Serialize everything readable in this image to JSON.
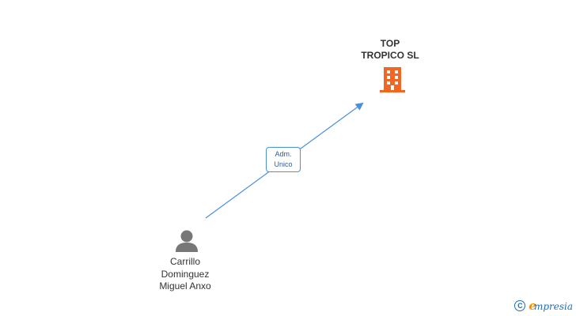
{
  "company": {
    "name_line1": "TOP",
    "name_line2": "TROPICO SL",
    "icon": "building-icon",
    "color": "#f26522"
  },
  "person": {
    "name_line1": "Carrillo",
    "name_line2": "Dominguez",
    "name_line3": "Miguel Anxo",
    "icon": "person-icon",
    "color": "#777777"
  },
  "relation": {
    "label_line1": "Adm.",
    "label_line2": "Unico",
    "color": "#4a90d9"
  },
  "footer": {
    "copyright_symbol": "C",
    "brand_initial": "e",
    "brand_rest": "mpresia"
  }
}
